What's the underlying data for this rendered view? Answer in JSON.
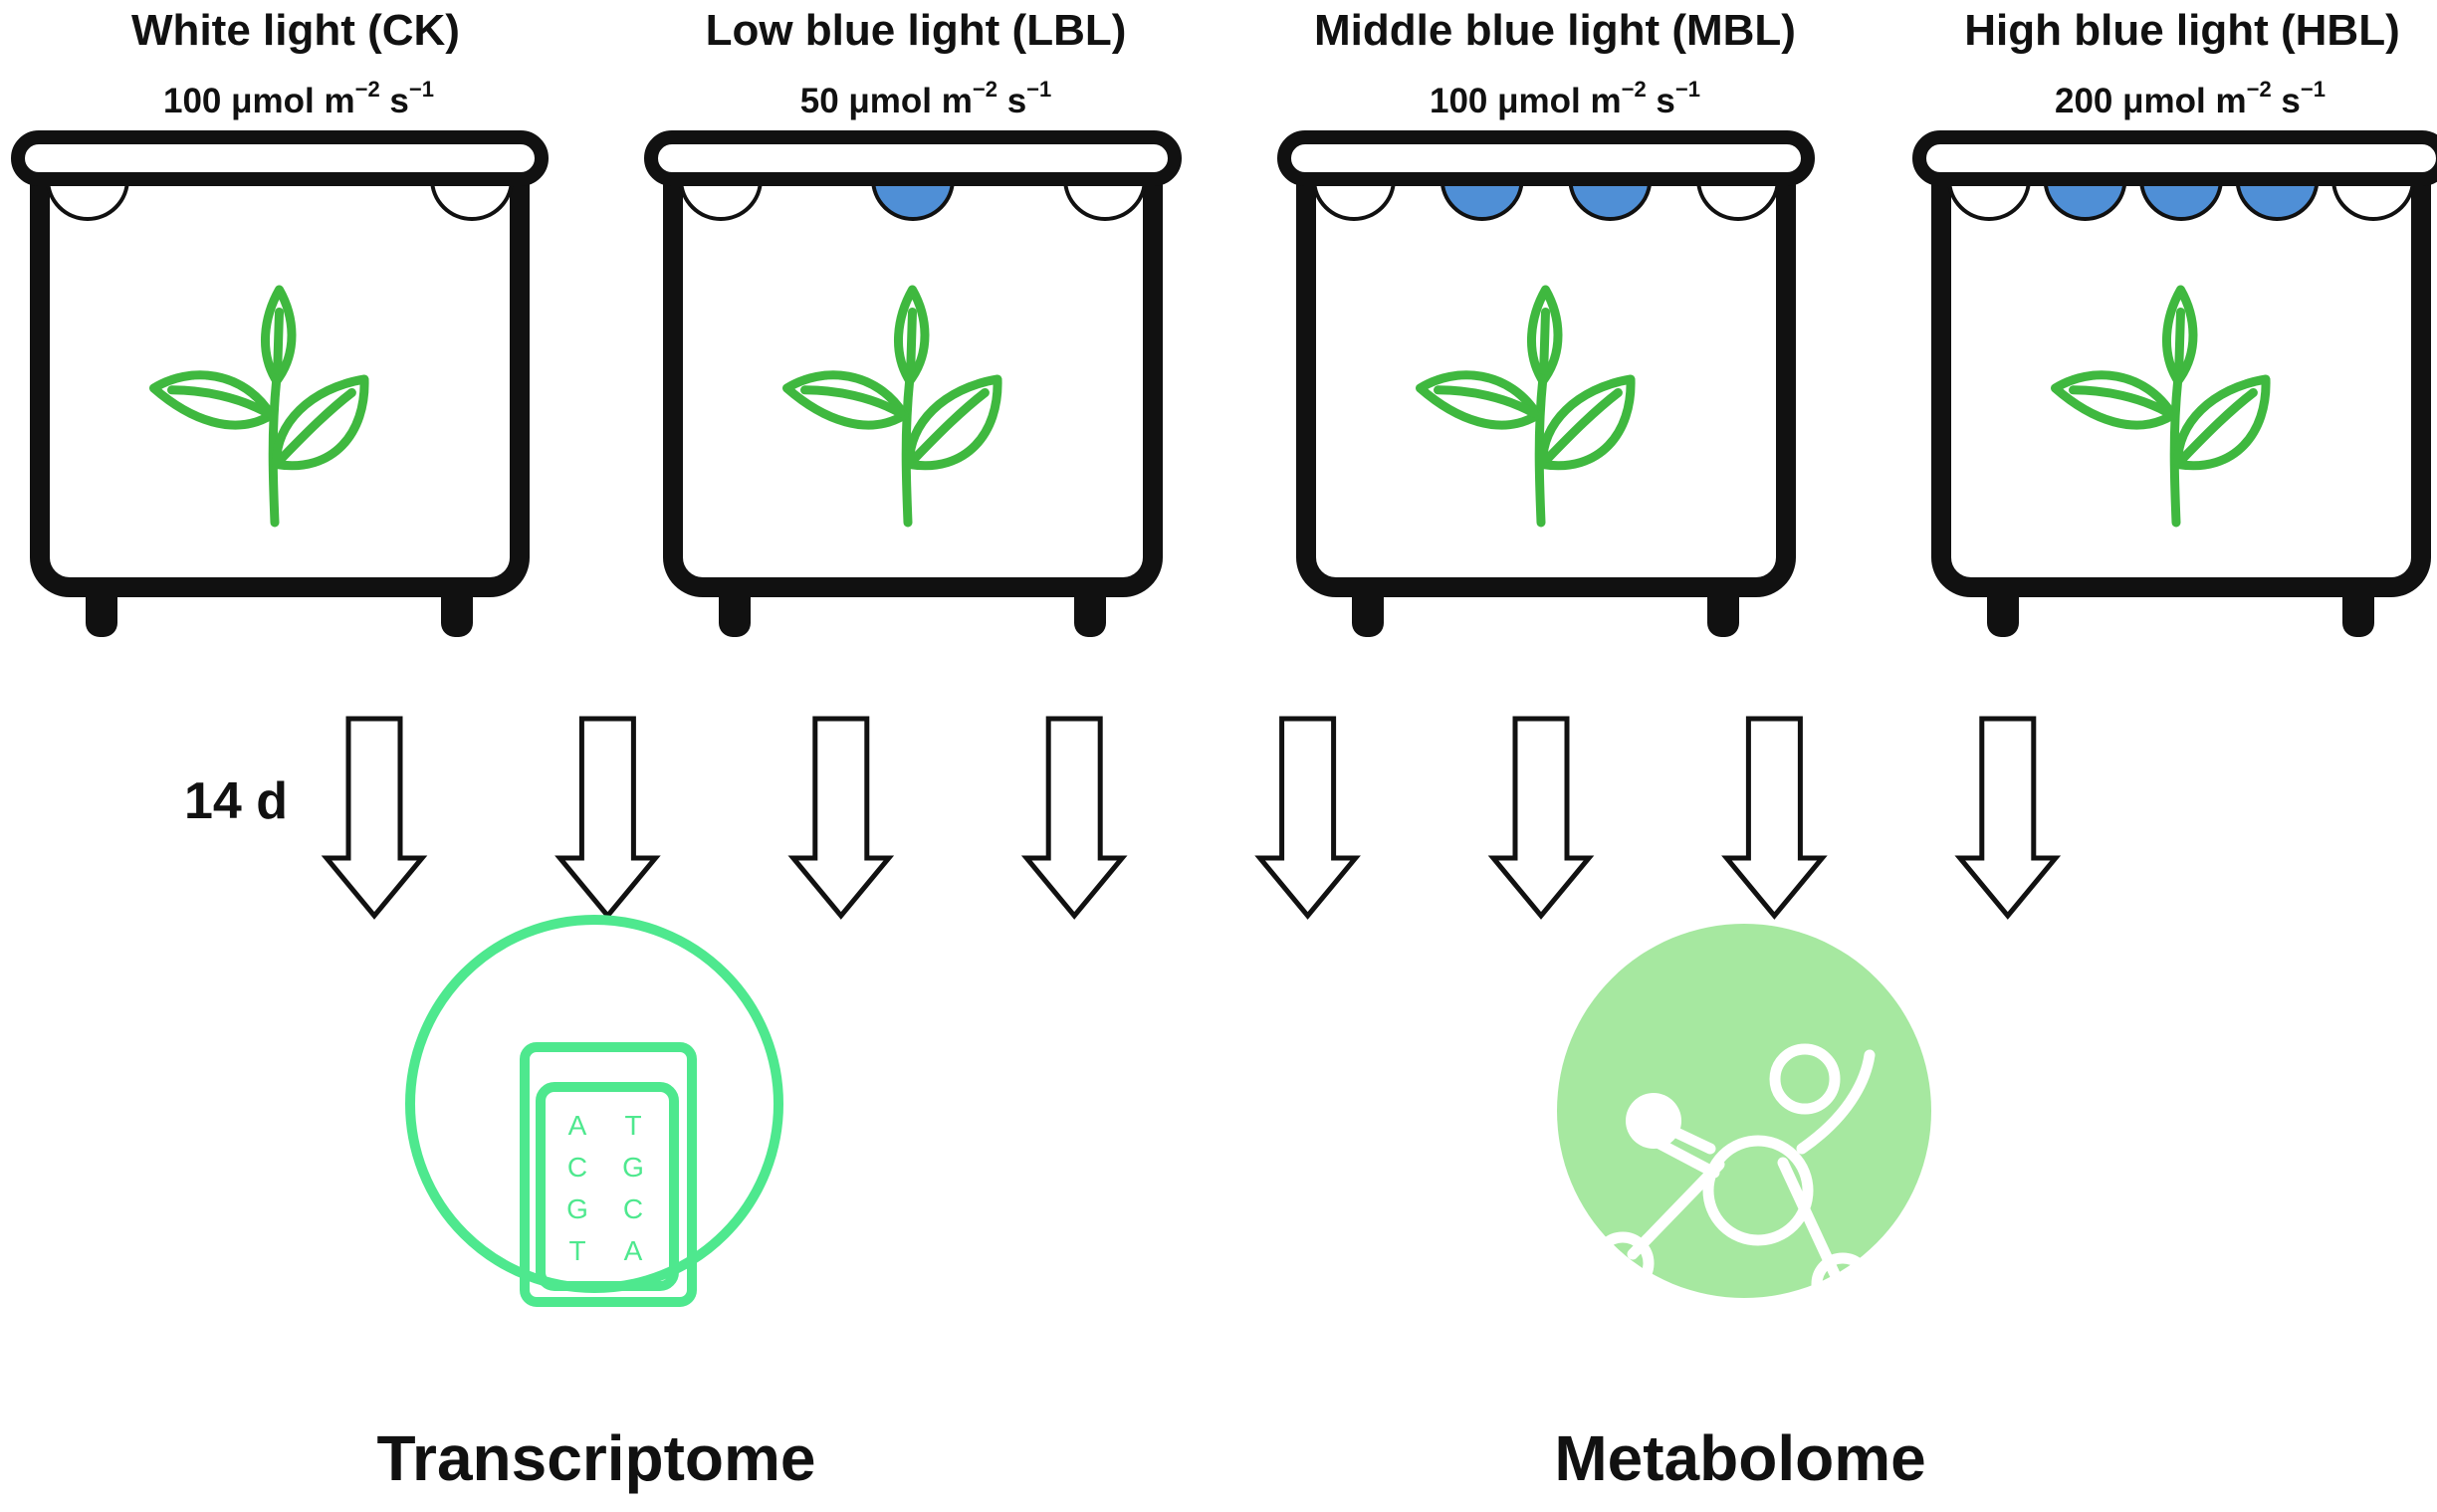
{
  "colors": {
    "outline": "#111111",
    "blue_lamp": "#4f8fd6",
    "white_lamp": "#ffffff",
    "plant": "#3fb83f",
    "transcriptome": "#4ee88e",
    "metabolome": "#a6e8a0",
    "text": "#111111"
  },
  "chambers": [
    {
      "title": "White light (CK)",
      "intensity": "100 μmol m",
      "exp1": "−2",
      "s": " s",
      "exp2": "−1",
      "lamps": [
        "white",
        "white"
      ]
    },
    {
      "title": "Low blue light (LBL)",
      "intensity": "50 μmol m",
      "exp1": "−2",
      "s": " s",
      "exp2": "−1",
      "lamps": [
        "white",
        "blue",
        "white"
      ]
    },
    {
      "title": "Middle blue light (MBL)",
      "intensity": "100 μmol m",
      "exp1": "−2",
      "s": " s",
      "exp2": "−1",
      "lamps": [
        "white",
        "blue",
        "blue",
        "white"
      ]
    },
    {
      "title": "High blue light (HBL)",
      "intensity": "200 μmol m",
      "exp1": "−2",
      "s": " s",
      "exp2": "−1",
      "lamps": [
        "white",
        "blue",
        "blue",
        "blue",
        "white"
      ]
    }
  ],
  "duration_label": "14 d",
  "arrow_count": 8,
  "transcriptome": {
    "label": "Transcriptome",
    "bases_left": [
      "A",
      "C",
      "G",
      "T"
    ],
    "bases_right": [
      "T",
      "G",
      "C",
      "A"
    ]
  },
  "metabolome": {
    "label": "Metabolome"
  }
}
